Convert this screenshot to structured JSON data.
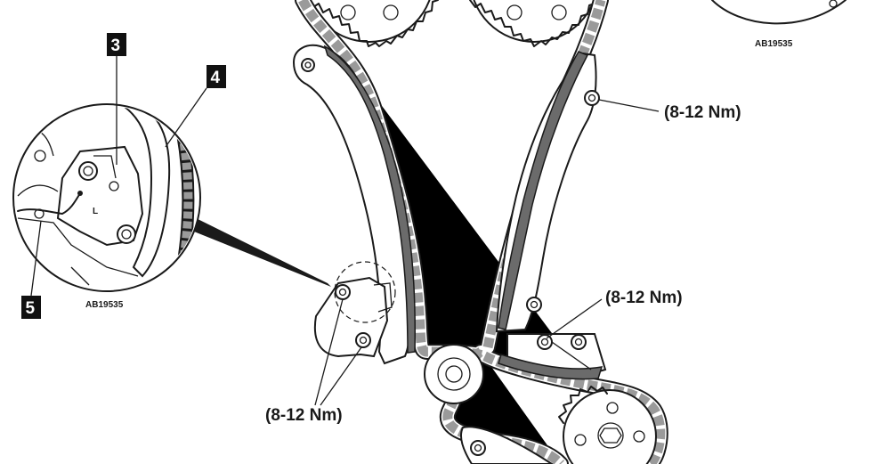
{
  "callouts": {
    "item_3": "3",
    "item_4": "4",
    "item_5": "5"
  },
  "references": {
    "detail_ref": "AB19535",
    "top_ref": "AB19535"
  },
  "torque": {
    "upper_right_guide": "(8-12 Nm)",
    "lower_right_guide": "(8-12 Nm)",
    "tensioner": "(8-12 Nm)"
  },
  "detail_letter": "L",
  "colors": {
    "line": "#1a1a1a",
    "guide_face": "#6b6b6b",
    "chain_link": "#9a9a9a",
    "callout_box": "#111111"
  }
}
